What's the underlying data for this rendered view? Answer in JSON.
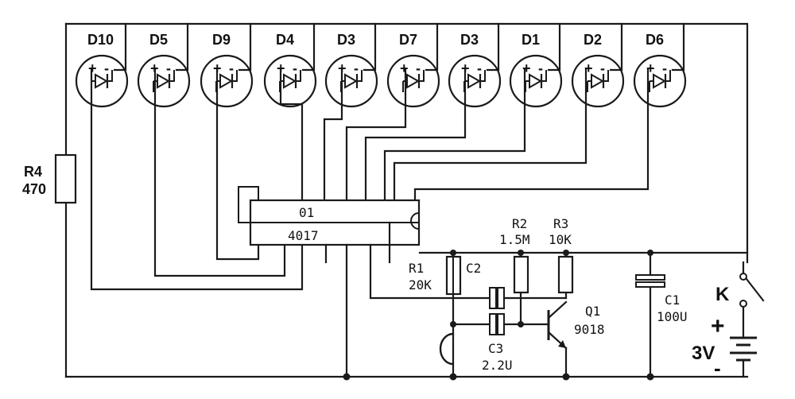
{
  "leds": [
    {
      "label": "D10",
      "plus": "+",
      "minus": "-"
    },
    {
      "label": "D5",
      "plus": "+",
      "minus": "-"
    },
    {
      "label": "D9",
      "plus": "+",
      "minus": "-"
    },
    {
      "label": "D4",
      "plus": "+",
      "minus": "-"
    },
    {
      "label": "D3",
      "plus": "+",
      "minus": "-"
    },
    {
      "label": "D7",
      "plus": "+",
      "minus": "-"
    },
    {
      "label": "D3",
      "plus": "+",
      "minus": "-"
    },
    {
      "label": "D1",
      "plus": "+",
      "minus": "-"
    },
    {
      "label": "D2",
      "plus": "+",
      "minus": "-"
    },
    {
      "label": "D6",
      "plus": "+",
      "minus": "-"
    }
  ],
  "r4": {
    "name": "R4",
    "value": "470"
  },
  "ic": {
    "name": "01",
    "part": "4017"
  },
  "r1": {
    "name": "R1",
    "value": "20K"
  },
  "c2": {
    "name": "C2"
  },
  "r2": {
    "name": "R2",
    "value": "1.5M"
  },
  "r3": {
    "name": "R3",
    "value": "10K"
  },
  "q1": {
    "name": "Q1",
    "part": "9018"
  },
  "c3": {
    "name": "C3",
    "value": "2.2U"
  },
  "c1": {
    "name": "C1",
    "value": "100U"
  },
  "switch": {
    "name": "K"
  },
  "battery": {
    "plus": "+",
    "minus": "-",
    "voltage": "3V"
  }
}
